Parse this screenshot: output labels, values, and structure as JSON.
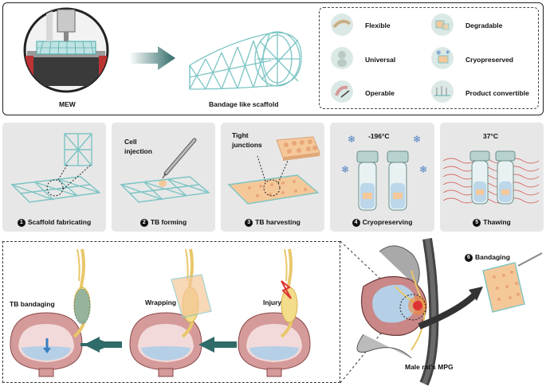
{
  "top": {
    "mew_label": "MEW",
    "scaffold_label": "Bandage like scaffold"
  },
  "properties": [
    {
      "label": "Flexible",
      "icon": "flexible-icon"
    },
    {
      "label": "Degradable",
      "icon": "degradable-icon"
    },
    {
      "label": "Universal",
      "icon": "universal-icon"
    },
    {
      "label": "Cryopreserved",
      "icon": "cryopreserved-icon"
    },
    {
      "label": "Operable",
      "icon": "operable-icon"
    },
    {
      "label": "Product convertible",
      "icon": "product-convertible-icon"
    }
  ],
  "steps": [
    {
      "num": "1",
      "label": "Scaffold fabricating"
    },
    {
      "num": "2",
      "label": "TB forming",
      "note": "Cell\ninjection"
    },
    {
      "num": "3",
      "label": "TB harvesting",
      "note": "Tight\njunctions"
    },
    {
      "num": "4",
      "label": "Cryopreserving",
      "temp": "-196°C"
    },
    {
      "num": "5",
      "label": "Thawing",
      "temp": "37°C"
    }
  ],
  "bottom": {
    "tb_bandaging": "TB bandaging",
    "wrapping": "Wrapping",
    "injury": "Injury",
    "bandaging_num": "6",
    "bandaging": "Bandaging",
    "mpg_label": "Male rat's MPG"
  },
  "colors": {
    "scaffold": "#7cc4c4",
    "arrow": "#2f6b68",
    "tissue": "#f5c89a",
    "bladder": "#d59a9a",
    "nerve": "#e9c76a"
  }
}
